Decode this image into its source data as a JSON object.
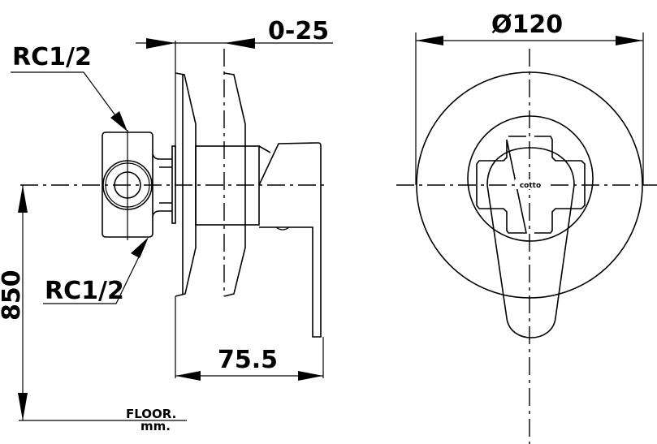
{
  "side_view": {
    "dim_adjust": "0-25",
    "inlet_top_label": "RC1/2",
    "inlet_bottom_label": "RC1/2",
    "height_dim": "850",
    "depth_dim": "75.5",
    "floor_label": "FLOOR.",
    "unit_label": "mm."
  },
  "front_view": {
    "diameter_dim": "Ø120",
    "brand_logo": "cotto"
  }
}
